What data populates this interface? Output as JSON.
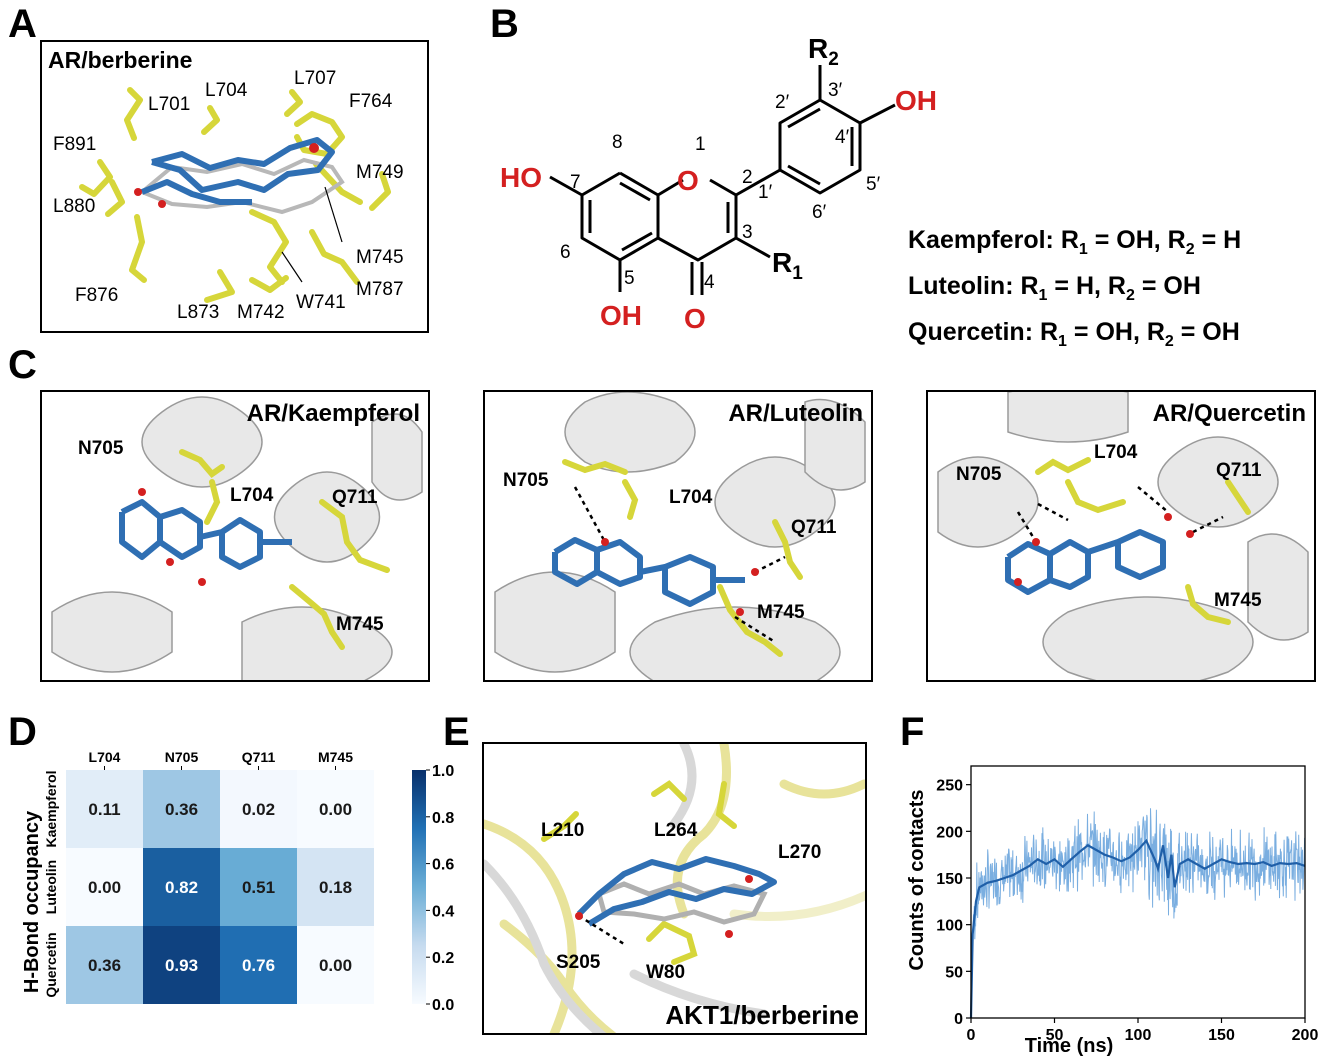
{
  "panels": {
    "A": {
      "label": "A",
      "title": "AR/berberine",
      "residues": [
        "L701",
        "L704",
        "L707",
        "F764",
        "F891",
        "M749",
        "L880",
        "M745",
        "M787",
        "F876",
        "L873",
        "M742",
        "W741"
      ]
    },
    "B": {
      "label": "B",
      "substituents": {
        "r1": "R",
        "r1_sub": "1",
        "r2": "R",
        "r2_sub": "2"
      },
      "groups": {
        "oh_7": "HO",
        "oh_5": "OH",
        "oh_4p": "OH",
        "ring_o": "O",
        "carbonyl_o": "O"
      },
      "positions": [
        "1",
        "2",
        "3",
        "4",
        "5",
        "6",
        "7",
        "8",
        "1′",
        "2′",
        "3′",
        "4′",
        "5′",
        "6′"
      ],
      "compounds": [
        {
          "name": "Kaempferol",
          "r1": "OH",
          "r2": "H"
        },
        {
          "name": "Luteolin",
          "r1": "H",
          "r2": "OH"
        },
        {
          "name": "Quercetin",
          "r1": "OH",
          "r2": "OH"
        }
      ]
    },
    "C": {
      "label": "C",
      "complexes": [
        {
          "title": "AR/Kaempferol",
          "residues": [
            "N705",
            "L704",
            "Q711",
            "M745"
          ]
        },
        {
          "title": "AR/Luteolin",
          "residues": [
            "N705",
            "L704",
            "Q711",
            "M745"
          ]
        },
        {
          "title": "AR/Quercetin",
          "residues": [
            "N705",
            "L704",
            "Q711",
            "M745"
          ]
        }
      ]
    },
    "D": {
      "label": "D"
    },
    "E": {
      "label": "E",
      "title": "AKT1/berberine",
      "residues": [
        "L210",
        "L264",
        "L270",
        "S205",
        "W80"
      ]
    },
    "F": {
      "label": "F"
    }
  },
  "chart_data": [
    {
      "type": "heatmap",
      "ylabel": "H-Bond occupancy",
      "columns": [
        "L704",
        "N705",
        "Q711",
        "M745"
      ],
      "rows": [
        "Kaempferol",
        "Luteolin",
        "Quercetin"
      ],
      "values": [
        [
          0.11,
          0.36,
          0.02,
          0.0
        ],
        [
          0.0,
          0.82,
          0.51,
          0.18
        ],
        [
          0.36,
          0.93,
          0.76,
          0.0
        ]
      ],
      "value_labels": [
        [
          "0.11",
          "0.36",
          "0.02",
          "0.00"
        ],
        [
          "0.00",
          "0.82",
          "0.51",
          "0.18"
        ],
        [
          "0.36",
          "0.93",
          "0.76",
          "0.00"
        ]
      ],
      "colorbar": {
        "min": 0.0,
        "max": 1.0,
        "ticks": [
          "0.0",
          "0.2",
          "0.4",
          "0.6",
          "0.8",
          "1.0"
        ],
        "colors": [
          "#f7fbff",
          "#c6dbef",
          "#6baed6",
          "#2171b5",
          "#08306b"
        ]
      }
    },
    {
      "type": "line",
      "xlabel": "Time (ns)",
      "ylabel": "Counts of contacts",
      "xlim": [
        0,
        200
      ],
      "ylim": [
        0,
        270
      ],
      "xticks": [
        "0",
        "50",
        "100",
        "150",
        "200"
      ],
      "yticks": [
        "0",
        "50",
        "100",
        "150",
        "200",
        "250"
      ],
      "series": [
        {
          "role": "smoothed",
          "color": "#1f5fa8",
          "x": [
            0,
            1,
            3,
            5,
            10,
            15,
            20,
            25,
            30,
            35,
            40,
            45,
            50,
            55,
            60,
            65,
            70,
            75,
            80,
            85,
            90,
            95,
            100,
            105,
            110,
            112,
            115,
            118,
            120,
            122,
            125,
            130,
            135,
            140,
            145,
            150,
            155,
            160,
            165,
            170,
            175,
            180,
            185,
            190,
            195,
            200
          ],
          "y": [
            0,
            90,
            125,
            140,
            145,
            147,
            150,
            153,
            158,
            163,
            170,
            165,
            170,
            162,
            170,
            178,
            185,
            180,
            175,
            172,
            168,
            172,
            180,
            190,
            170,
            160,
            185,
            150,
            175,
            140,
            165,
            170,
            165,
            160,
            165,
            170,
            167,
            165,
            166,
            165,
            167,
            163,
            166,
            165,
            166,
            163
          ]
        },
        {
          "role": "raw",
          "color": "#7aaee0",
          "noise_amplitude": 28
        }
      ]
    }
  ]
}
